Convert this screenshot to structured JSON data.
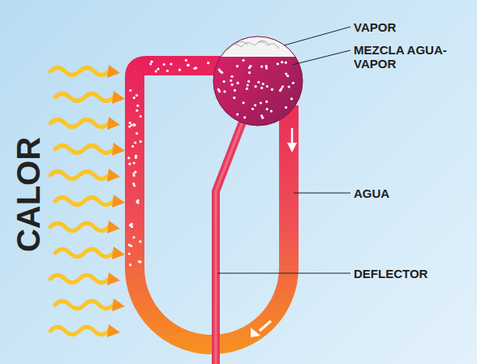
{
  "diagram": {
    "labels": [
      "CALOR",
      "VAPOR",
      "MEZCLA AGUA-VAPOR",
      "AGUA",
      "DEFLECTOR"
    ]
  }
}
